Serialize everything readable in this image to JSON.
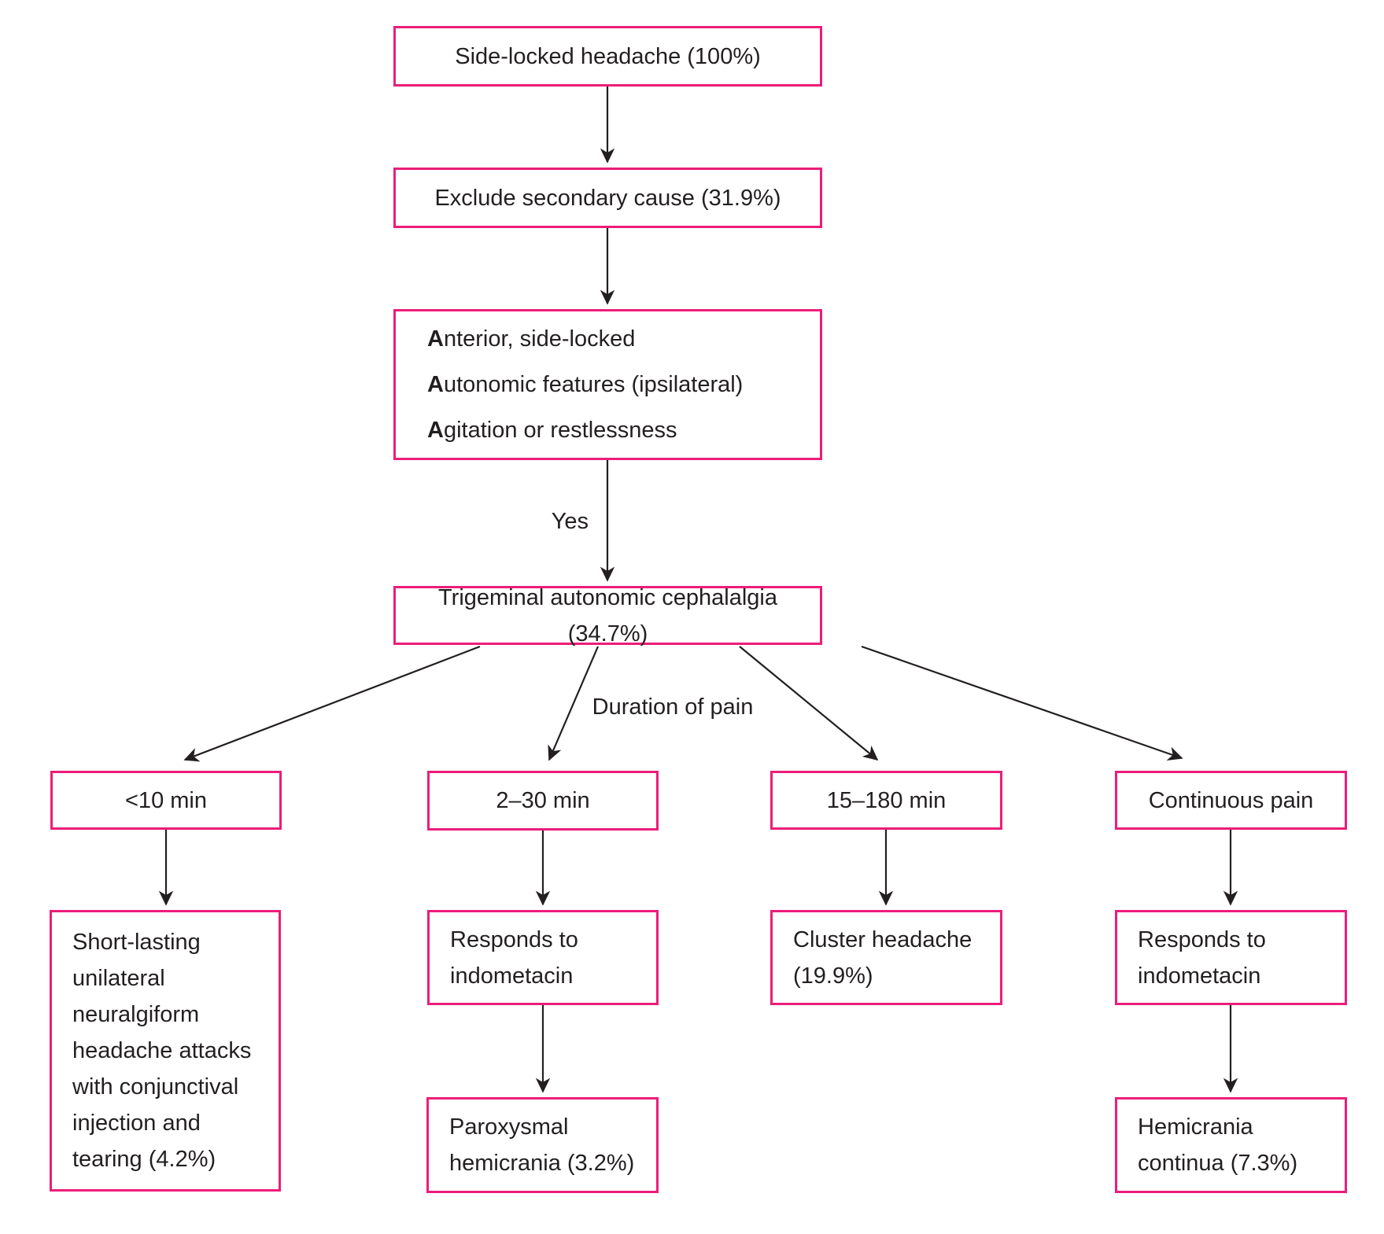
{
  "figure": {
    "type": "flowchart",
    "topic": "Side-locked headache diagnostic algorithm"
  },
  "colors": {
    "box_border": "#EC1D7A",
    "text": "#231F20",
    "arrow": "#231F20",
    "background": "#FFFFFF"
  },
  "nodes": {
    "side_locked": {
      "label": "Side-locked headache (100%)"
    },
    "exclude_secondary": {
      "label": "Exclude secondary cause (31.9%)"
    },
    "triple_a": {
      "lines": [
        {
          "lead": "A",
          "rest": "nterior, side-locked"
        },
        {
          "lead": "A",
          "rest": "utonomic features (ipsilateral)"
        },
        {
          "lead": "A",
          "rest": "gitation or restlessness"
        }
      ]
    },
    "tac": {
      "label": "Trigeminal autonomic cephalalgia (34.7%)"
    },
    "duration_lt10": {
      "label": "<10 min"
    },
    "duration_2_30": {
      "label": "2–30 min"
    },
    "duration_15_180": {
      "label": "15–180 min"
    },
    "duration_continuous": {
      "label": "Continuous pain"
    },
    "sunct": {
      "label": "Short-lasting unilateral neuralgiform headache attacks with conjunctival injection and tearing (4.2%)"
    },
    "responds_indometacin_left": {
      "label": "Responds to indometacin"
    },
    "cluster": {
      "label": "Cluster headache (19.9%)"
    },
    "responds_indometacin_right": {
      "label": "Responds to indometacin"
    },
    "paroxysmal": {
      "label": "Paroxysmal hemicrania (3.2%)"
    },
    "hemicrania_continua": {
      "label": "Hemicrania continua (7.3%)"
    }
  },
  "edge_labels": {
    "yes": "Yes",
    "duration": "Duration of pain"
  }
}
